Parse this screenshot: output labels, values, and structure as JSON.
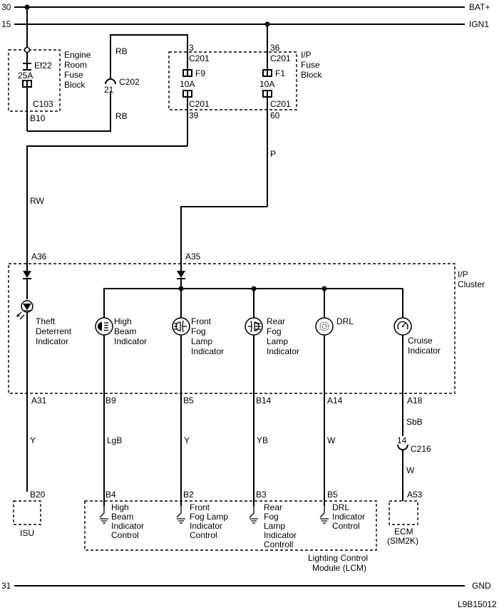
{
  "rails": {
    "bat": {
      "num": "30",
      "label": "BAT+"
    },
    "ign": {
      "num": "15",
      "label": "IGN1"
    },
    "gnd": {
      "num": "31",
      "label": "GND"
    }
  },
  "engine_fuse_block": {
    "name_lines": [
      "Engine",
      "Room",
      "Fuse",
      "Block"
    ],
    "fuse": "Ef22",
    "rating": "25A",
    "connector": "C103",
    "pin": "B10"
  },
  "connector_c202": {
    "name": "C202",
    "pin": "21",
    "wire_top": "RB",
    "wire_bottom": "RB"
  },
  "ip_fuse_block": {
    "name_lines": [
      "I/P",
      "Fuse",
      "Block"
    ],
    "fuses": [
      {
        "pin_in": "3",
        "conn_in": "C201",
        "fuse": "F9",
        "rating": "10A",
        "conn_out": "C201",
        "pin_out": "39"
      },
      {
        "pin_in": "36",
        "conn_in": "C201",
        "fuse": "F1",
        "rating": "10A",
        "conn_out": "C201",
        "pin_out": "60"
      }
    ]
  },
  "wires": {
    "rw": "RW",
    "p": "P"
  },
  "cluster": {
    "name_lines": [
      "I/P",
      "Cluster"
    ],
    "pins_in": {
      "a36": "A36",
      "a35": "A35"
    },
    "indicators": [
      {
        "label_lines": [
          "Theft",
          "Deterrent",
          "Indicator"
        ],
        "pin": "A31",
        "wire": "Y"
      },
      {
        "label_lines": [
          "High",
          "Beam",
          "Indicator"
        ],
        "pin": "B9",
        "wire": "LgB"
      },
      {
        "label_lines": [
          "Front",
          "Fog",
          "Lamp",
          "Indicator"
        ],
        "pin": "B5",
        "wire": "Y"
      },
      {
        "label_lines": [
          "Rear",
          "Fog",
          "Lamp",
          "Indicator"
        ],
        "pin": "B14",
        "wire": "YB"
      },
      {
        "label_lines": [
          "DRL"
        ],
        "pin": "A14",
        "wire": "W"
      },
      {
        "label_lines": [
          "Cruise",
          "Indicator"
        ],
        "pin": "A18",
        "wire": "SbB"
      }
    ]
  },
  "connector_c216": {
    "name": "C216",
    "pin": "14",
    "wire_bottom": "W"
  },
  "isu": {
    "name": "ISU",
    "pin": "B20"
  },
  "lcm": {
    "name_lines": [
      "Lighting Control",
      "Module (LCM)"
    ],
    "controls": [
      {
        "pin": "B4",
        "label_lines": [
          "High",
          "Beam",
          "Indicator",
          "Control"
        ]
      },
      {
        "pin": "B2",
        "label_lines": [
          "Front",
          "Fog Lamp",
          "Indicator",
          "Control"
        ]
      },
      {
        "pin": "B3",
        "label_lines": [
          "Rear",
          "Fog",
          "Lamp",
          "Indicator",
          "Controll"
        ]
      },
      {
        "pin": "B5",
        "label_lines": [
          "DRL",
          "Indicator",
          "Control"
        ]
      }
    ]
  },
  "ecm": {
    "name_lines": [
      "ECM",
      "(SIM2K)"
    ],
    "pin": "A53"
  },
  "figure_id": "L9B15012"
}
